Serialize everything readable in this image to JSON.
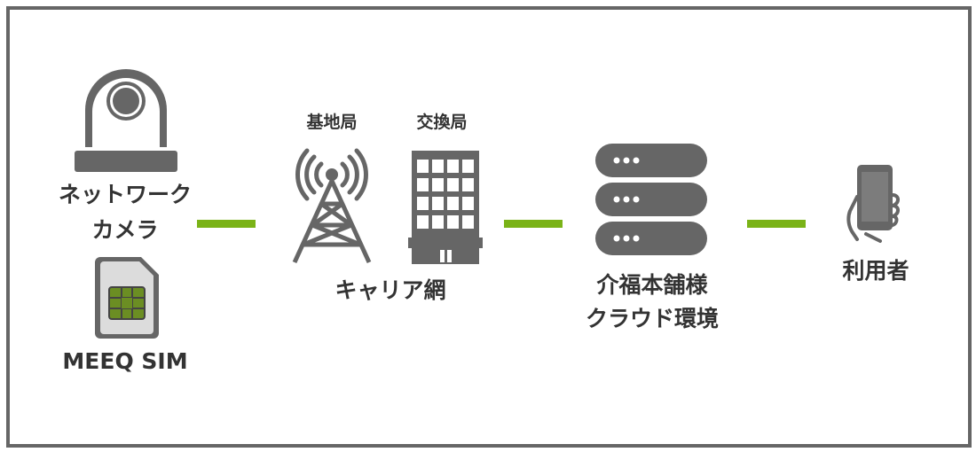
{
  "camera": {
    "label_line1": "ネットワーク",
    "label_line2": "カメラ"
  },
  "sim": {
    "label": "MEEQ SIM"
  },
  "carrier": {
    "base_station_label": "基地局",
    "exchange_label": "交換局",
    "network_label": "キャリア網"
  },
  "cloud": {
    "label_line1": "介福本舗様",
    "label_line2": "クラウド環境"
  },
  "user": {
    "label": "利用者"
  },
  "colors": {
    "icon": "#666666",
    "icon_light": "#ffffff",
    "connector": "#7ab317",
    "sim_chip": "#6b8e23",
    "sim_body": "#dcdcdc",
    "frame": "#666666",
    "text": "#333333"
  }
}
